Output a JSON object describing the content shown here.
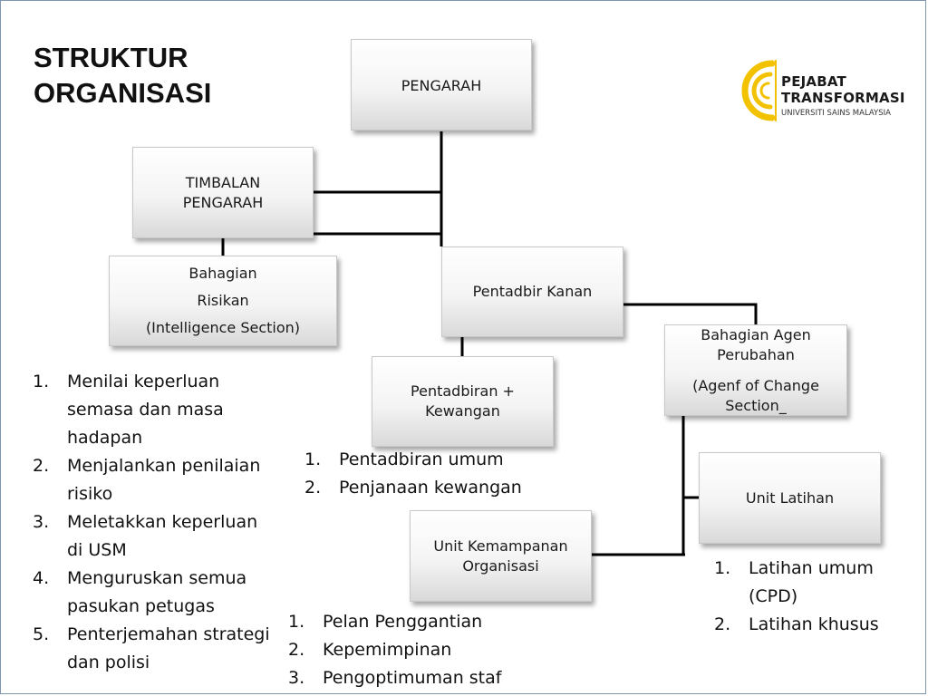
{
  "title": {
    "line1": "STRUKTUR",
    "line2": "ORGANISASI"
  },
  "logo": {
    "line1": "PEJABAT",
    "line2": "TRANSFORMASI",
    "line3": "UNIVERSITI SAINS MALAYSIA",
    "accent": "#f2c200"
  },
  "boxes": {
    "pengarah": {
      "label": "PENGARAH"
    },
    "timbalan": {
      "line1": "TIMBALAN",
      "line2": "PENGARAH"
    },
    "risikan": {
      "line1": "Bahagian",
      "line2": "Risikan",
      "line3": "(Intelligence Section)"
    },
    "pentadbir_kanan": {
      "label": "Pentadbir Kanan"
    },
    "agen": {
      "line1": "Bahagian Agen",
      "line2": "Perubahan",
      "line3": "(Agenf of Change",
      "line4": "Section_"
    },
    "pentadbiran": {
      "line1": "Pentadbiran +",
      "line2": "Kewangan"
    },
    "latihan": {
      "label": "Unit Latihan"
    },
    "kemampanan": {
      "line1": "Unit Kemampanan",
      "line2": "Organisasi"
    }
  },
  "lists": {
    "risikan": [
      {
        "num": "1.",
        "text": "Menilai keperluan semasa dan masa hadapan"
      },
      {
        "num": "2.",
        "text": "Menjalankan penilaian risiko"
      },
      {
        "num": "3.",
        "text": "Meletakkan keperluan di USM"
      },
      {
        "num": "4.",
        "text": "Menguruskan semua pasukan petugas"
      },
      {
        "num": "5.",
        "text": "Penterjemahan strategi dan polisi"
      }
    ],
    "pentadbiran": [
      {
        "num": "1.",
        "text": "Pentadbiran umum"
      },
      {
        "num": "2.",
        "text": "Penjanaan kewangan"
      }
    ],
    "kemampanan": [
      {
        "num": "1.",
        "text": "Pelan Penggantian"
      },
      {
        "num": "2.",
        "text": "Kepemimpinan"
      },
      {
        "num": "3.",
        "text": "Pengoptimuman staf"
      }
    ],
    "latihan": [
      {
        "num": "1.",
        "text": "Latihan umum (CPD)"
      },
      {
        "num": "2.",
        "text": "Latihan khusus"
      }
    ]
  }
}
